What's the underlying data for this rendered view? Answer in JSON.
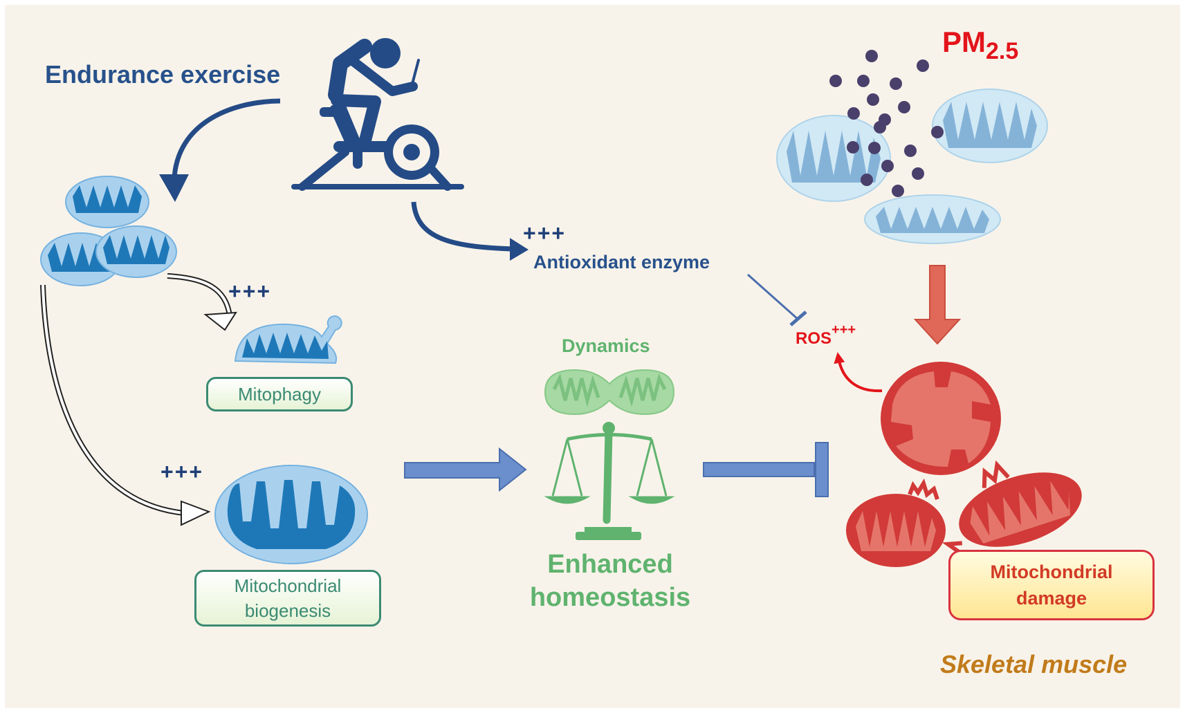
{
  "exercise": {
    "title": "Endurance exercise",
    "icon": "cyclist-exercise-bike-icon"
  },
  "plus_marks": {
    "antioxidant": "+++",
    "mitophagy": "+++",
    "biogenesis": "+++"
  },
  "antioxidant": {
    "label": "Antioxidant enzyme"
  },
  "pollutant": {
    "label_main": "PM",
    "label_sub": "2.5"
  },
  "ros": {
    "label": "ROS",
    "superscript": "+++"
  },
  "mitophagy": {
    "label": "Mitophagy"
  },
  "biogenesis": {
    "line1": "Mitochondrial",
    "line2": "biogenesis"
  },
  "dynamics": {
    "label": "Dynamics"
  },
  "homeostasis": {
    "line1": "Enhanced",
    "line2": "homeostasis",
    "icon": "balance-scale-icon"
  },
  "damage": {
    "line1": "Mitochondrial",
    "line2": "damage"
  },
  "tissue": {
    "label": "Skeletal muscle"
  },
  "colors": {
    "exercise_blue": "#27518b",
    "healthy_mito": "#1e78b8",
    "damage_red": "#d8323f",
    "pm_red": "#e3141b",
    "homeostasis_green": "#5fb36f",
    "tissue_label": "#c17b1b"
  }
}
